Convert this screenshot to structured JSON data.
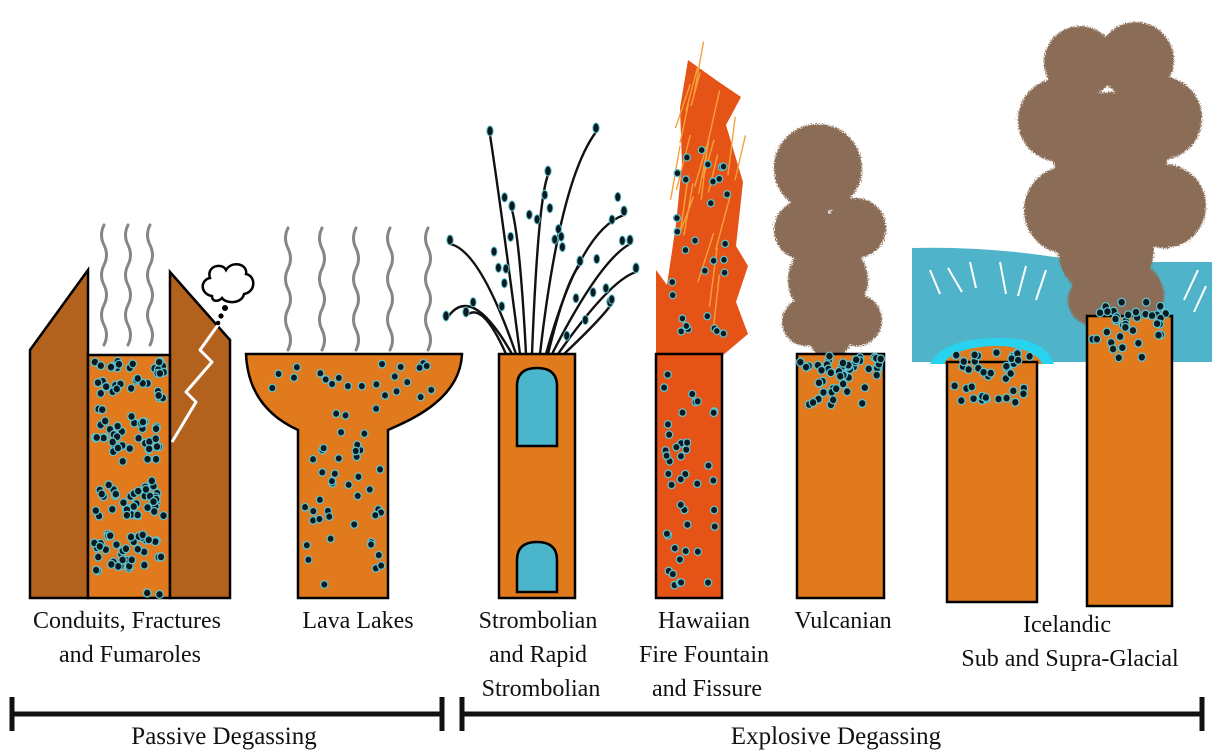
{
  "styles": [
    {
      "id": "conduits",
      "label_lines": [
        "Conduits, Fractures",
        "and Fumaroles"
      ]
    },
    {
      "id": "lava-lakes",
      "label_lines": [
        "Lava Lakes"
      ]
    },
    {
      "id": "strombolian",
      "label_lines": [
        "Strombolian",
        "and Rapid",
        "Strombolian"
      ]
    },
    {
      "id": "hawaiian",
      "label_lines": [
        "Hawaiian",
        "Fire Fountain",
        "and Fissure"
      ]
    },
    {
      "id": "vulcanian",
      "label_lines": [
        "Vulcanian"
      ]
    },
    {
      "id": "icelandic",
      "label_lines": [
        "Icelandic",
        "Sub and Supra-Glacial"
      ]
    }
  ],
  "ranges": {
    "passive": {
      "label": "Passive Degassing"
    },
    "explosive": {
      "label": "Explosive Degassing"
    }
  },
  "colors": {
    "magma": "#e07a1c",
    "rock": "#b3621d",
    "gas_slug": "#4bb5cc",
    "fountain": "#e65317",
    "ash": "#8b6c57",
    "ice": "#4fb3c9",
    "ice_rim": "#27d3ee",
    "bubble_fill": "#0a1a20",
    "bubble_ring": "#5fc2cf",
    "steam": "#8a8580"
  }
}
